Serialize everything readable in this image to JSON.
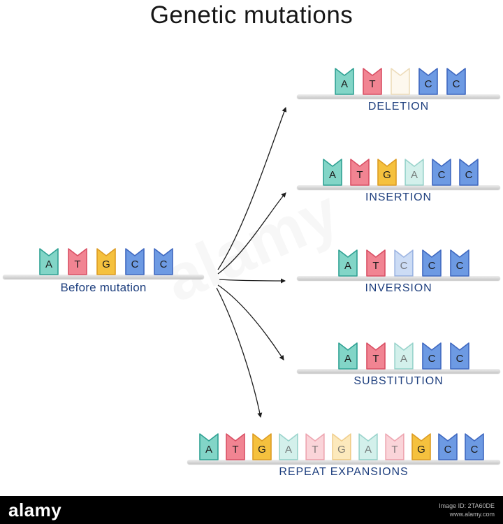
{
  "title": "Genetic mutations",
  "watermark": "alamy",
  "nucleotide_colors": {
    "A": {
      "fill": "#82d5c7",
      "stroke": "#2fa193"
    },
    "T": {
      "fill": "#f18492",
      "stroke": "#d94f64"
    },
    "G": {
      "fill": "#f5c13e",
      "stroke": "#dd9c23"
    },
    "C": {
      "fill": "#6d9ae3",
      "stroke": "#3f68c0"
    }
  },
  "before": {
    "id": "before",
    "label": "Before mutation",
    "sequence": [
      {
        "base": "A"
      },
      {
        "base": "T"
      },
      {
        "base": "G"
      },
      {
        "base": "C"
      },
      {
        "base": "C"
      }
    ]
  },
  "mutations": [
    {
      "id": "deletion",
      "label": "DELETION",
      "sequence": [
        {
          "base": "A"
        },
        {
          "base": "T"
        },
        {
          "base": "",
          "variant": "ghost"
        },
        {
          "base": "C"
        },
        {
          "base": "C"
        }
      ]
    },
    {
      "id": "insertion",
      "label": "INSERTION",
      "sequence": [
        {
          "base": "A"
        },
        {
          "base": "T"
        },
        {
          "base": "G"
        },
        {
          "base": "A",
          "variant": "faded"
        },
        {
          "base": "C"
        },
        {
          "base": "C"
        }
      ]
    },
    {
      "id": "inversion",
      "label": "INVERSION",
      "sequence": [
        {
          "base": "A"
        },
        {
          "base": "T"
        },
        {
          "base": "C",
          "variant": "faded"
        },
        {
          "base": "C"
        },
        {
          "base": "C"
        }
      ]
    },
    {
      "id": "substitution",
      "label": "SUBSTITUTION",
      "sequence": [
        {
          "base": "A"
        },
        {
          "base": "T"
        },
        {
          "base": "A",
          "variant": "faded"
        },
        {
          "base": "C"
        },
        {
          "base": "C"
        }
      ]
    },
    {
      "id": "repeat",
      "label": "REPEAT EXPANSIONS",
      "sequence": [
        {
          "base": "A"
        },
        {
          "base": "T"
        },
        {
          "base": "G"
        },
        {
          "base": "A",
          "variant": "faded"
        },
        {
          "base": "T",
          "variant": "faded"
        },
        {
          "base": "G",
          "variant": "faded"
        },
        {
          "base": "A",
          "variant": "faded"
        },
        {
          "base": "T",
          "variant": "faded"
        },
        {
          "base": "G"
        },
        {
          "base": "C"
        },
        {
          "base": "C"
        }
      ]
    }
  ],
  "footer": {
    "brand": "alamy",
    "image_id": "Image ID: 2TA60DE",
    "website": "www.alamy.com"
  }
}
